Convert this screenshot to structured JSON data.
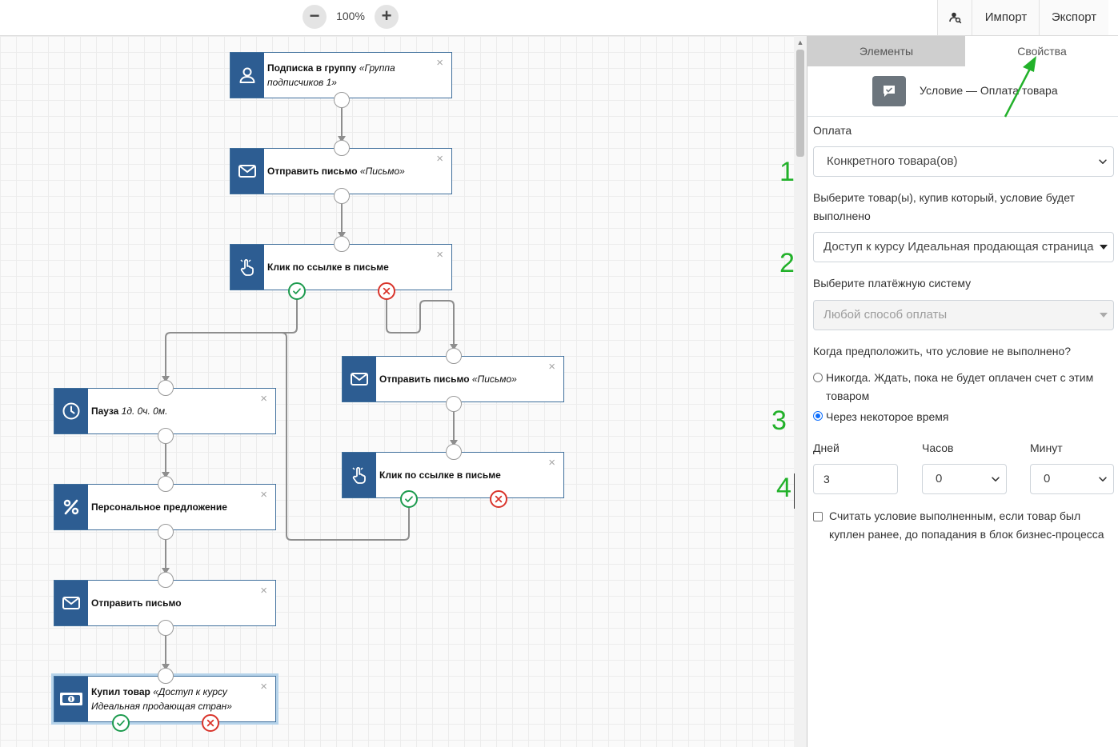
{
  "toolbar": {
    "zoom_out_label": "−",
    "zoom_level": "100%",
    "zoom_in_label": "+",
    "search_icon": "user-search-icon",
    "import_label": "Импорт",
    "export_label": "Экспорт"
  },
  "nodes": {
    "n1": {
      "icon": "user-icon",
      "title": "Подписка в группу",
      "param": "«Группа подписчиков 1»",
      "close": "×"
    },
    "n2": {
      "icon": "envelope-icon",
      "title": "Отправить письмо",
      "param": "«Письмо»",
      "close": "×"
    },
    "n3": {
      "icon": "pointer-hand-icon",
      "title": "Клик по ссылке в письме",
      "param": "",
      "close": "×"
    },
    "n4": {
      "icon": "envelope-icon",
      "title": "Отправить письмо",
      "param": "«Письмо»",
      "close": "×"
    },
    "n5": {
      "icon": "clock-icon",
      "title": "Пауза",
      "param": "1д. 0ч. 0м.",
      "close": "×"
    },
    "n6": {
      "icon": "pointer-hand-icon",
      "title": "Клик по ссылке в письме",
      "param": "",
      "close": "×"
    },
    "n7": {
      "icon": "percent-icon",
      "title": "Персональное предложение",
      "param": "",
      "close": "×"
    },
    "n8": {
      "icon": "envelope-icon",
      "title": "Отправить письмо",
      "param": "",
      "close": "×"
    },
    "n9": {
      "icon": "money-icon",
      "title": "Купил товар",
      "param": "«Доступ к курсу Идеальная продающая стран»",
      "close": "×"
    }
  },
  "panel": {
    "tab_elements": "Элементы",
    "tab_properties": "Свойства",
    "header_icon": "condition-icon",
    "header_title": "Условие — Оплата товара",
    "payment_label": "Оплата",
    "payment_value": "Конкретного товара(ов)",
    "product_label": "Выберите товар(ы), купив который, условие будет выполнено",
    "product_value": "Доступ к курсу Идеальная продающая страница",
    "paysys_label": "Выберите платёжную систему",
    "paysys_placeholder": "Любой способ оплаты",
    "fail_question": "Когда предположить, что условие не выполнено?",
    "radio_never": "Никогда. Ждать, пока не будет оплачен счет с этим товаром",
    "radio_after": "Через некоторое время",
    "radio_selected": "after",
    "days_label": "Дней",
    "days_value": "3",
    "hours_label": "Часов",
    "hours_value": "0",
    "minutes_label": "Минут",
    "minutes_value": "0",
    "checkbox_label": "Считать условие выполненным, если товар был куплен ранее, до попадания в блок бизнес-процесса",
    "checkbox_checked": false
  },
  "annotations": {
    "a1": "1",
    "a2": "2",
    "a3": "3",
    "a4": "4"
  },
  "colors": {
    "node_icon_bg": "#2d5d92",
    "node_border": "#3f6f9c",
    "success": "#1e9b4f",
    "fail": "#d9342b",
    "annotation": "#22b12a"
  }
}
